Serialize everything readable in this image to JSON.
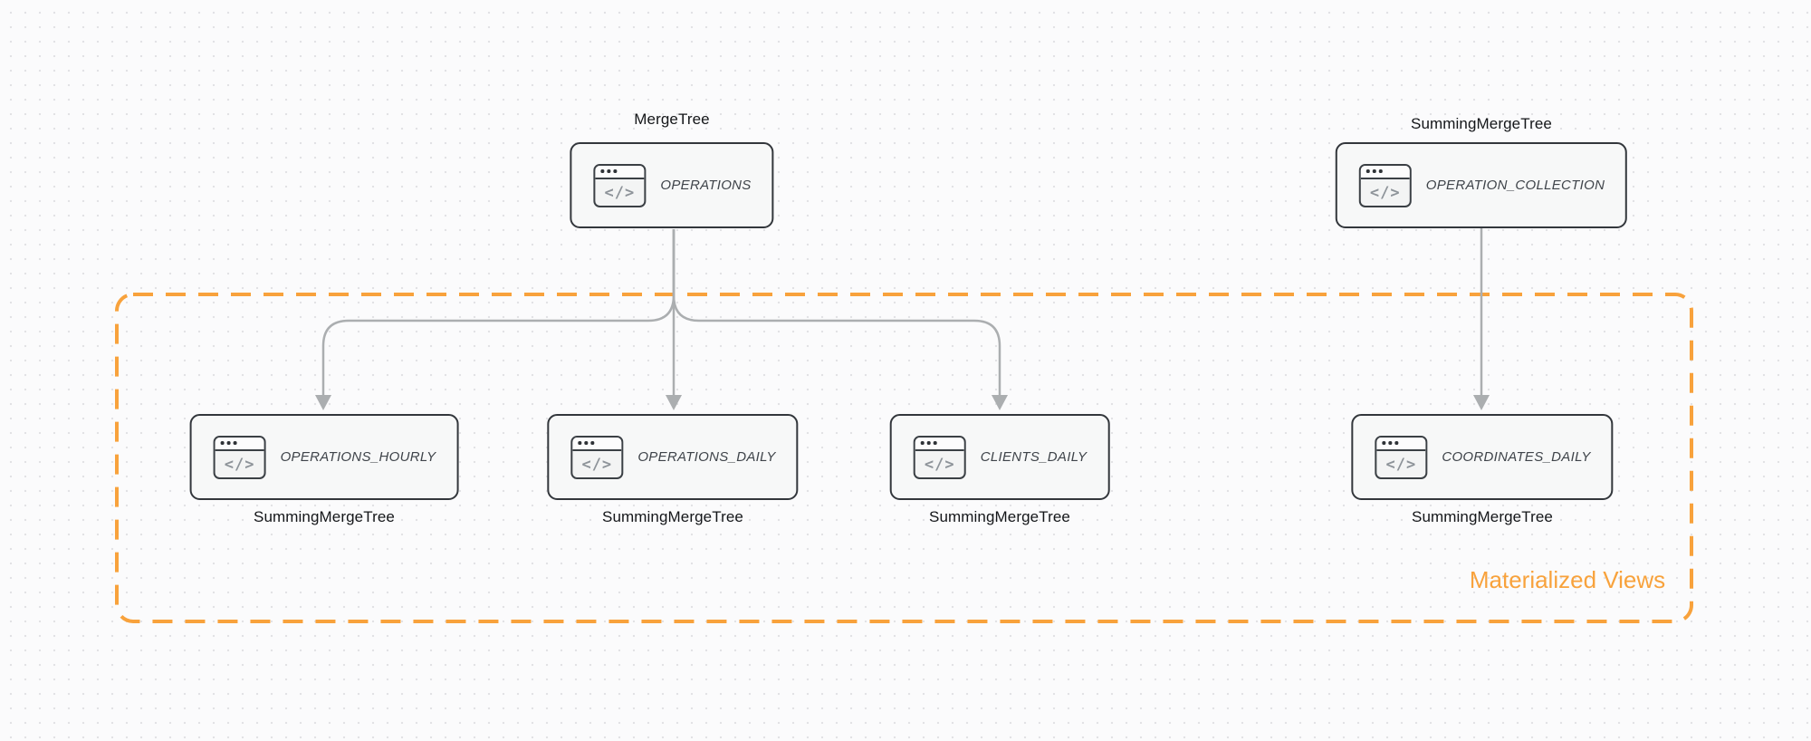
{
  "diagram": {
    "group": {
      "label": "Materialized Views"
    },
    "icons": {
      "code_window_glyph": "</>"
    },
    "nodes": {
      "operations": {
        "title": "OPERATIONS",
        "engine_label": "MergeTree"
      },
      "operation_collection": {
        "title": "OPERATION_COLLECTION",
        "engine_label": "SummingMergeTree"
      },
      "operations_hourly": {
        "title": "OPERATIONS_HOURLY",
        "engine_label": "SummingMergeTree"
      },
      "operations_daily": {
        "title": "OPERATIONS_DAILY",
        "engine_label": "SummingMergeTree"
      },
      "clients_daily": {
        "title": "CLIENTS_DAILY",
        "engine_label": "SummingMergeTree"
      },
      "coordinates_daily": {
        "title": "COORDINATES_DAILY",
        "engine_label": "SummingMergeTree"
      }
    },
    "colors": {
      "accent_orange": "#f8a23c",
      "arrow_gray": "#abaeb0",
      "node_border": "#33373c",
      "node_fill": "#f7f8f8",
      "canvas_bg": "#fbfbfc"
    }
  }
}
